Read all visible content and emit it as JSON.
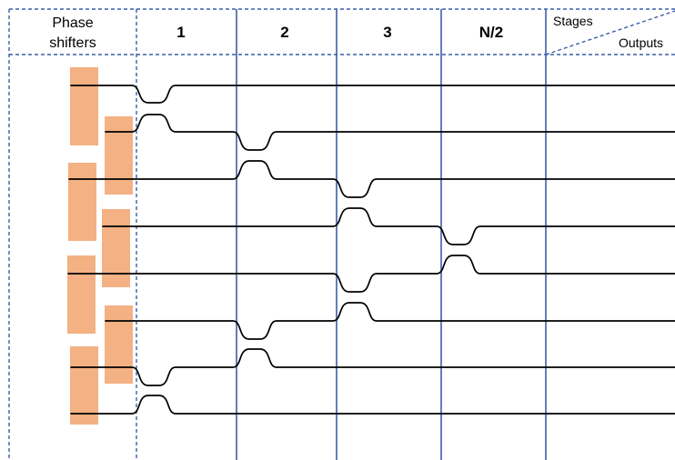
{
  "header": {
    "phase_shifters_line1": "Phase",
    "phase_shifters_line2": "shifters",
    "stage_labels": [
      "1",
      "2",
      "3",
      "N/2"
    ],
    "corner_stages": "Stages",
    "corner_outputs": "Outputs"
  },
  "colors": {
    "grid_line": "#3a5fa8",
    "waveguide": "#000000",
    "phase_shifter": "#f4b183"
  },
  "waveguide_count": 8
}
